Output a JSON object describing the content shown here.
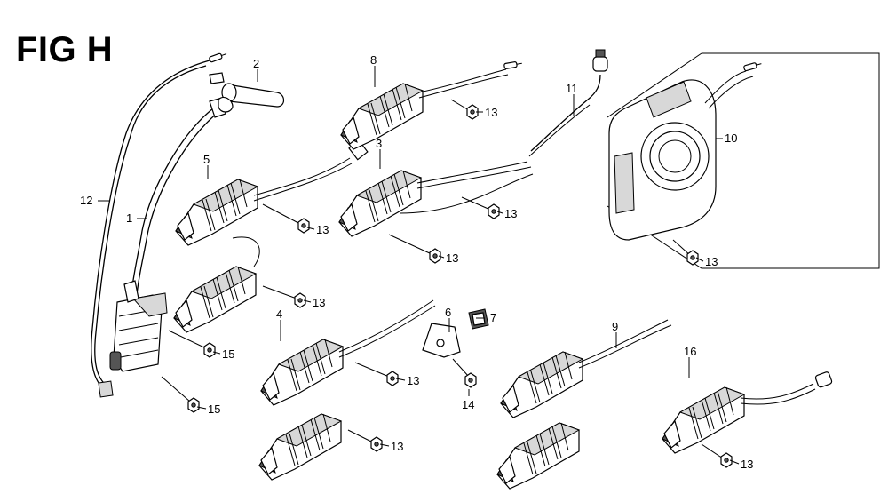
{
  "figure": {
    "title": "FIG H"
  },
  "callouts": {
    "c1": "1",
    "c2": "2",
    "c3": "3",
    "c4": "4",
    "c5": "5",
    "c6": "6",
    "c7": "7",
    "c8": "8",
    "c9": "9",
    "c10": "10",
    "c11": "11",
    "c12": "12",
    "c13": "13",
    "c14": "14",
    "c15": "15",
    "c16": "16"
  }
}
